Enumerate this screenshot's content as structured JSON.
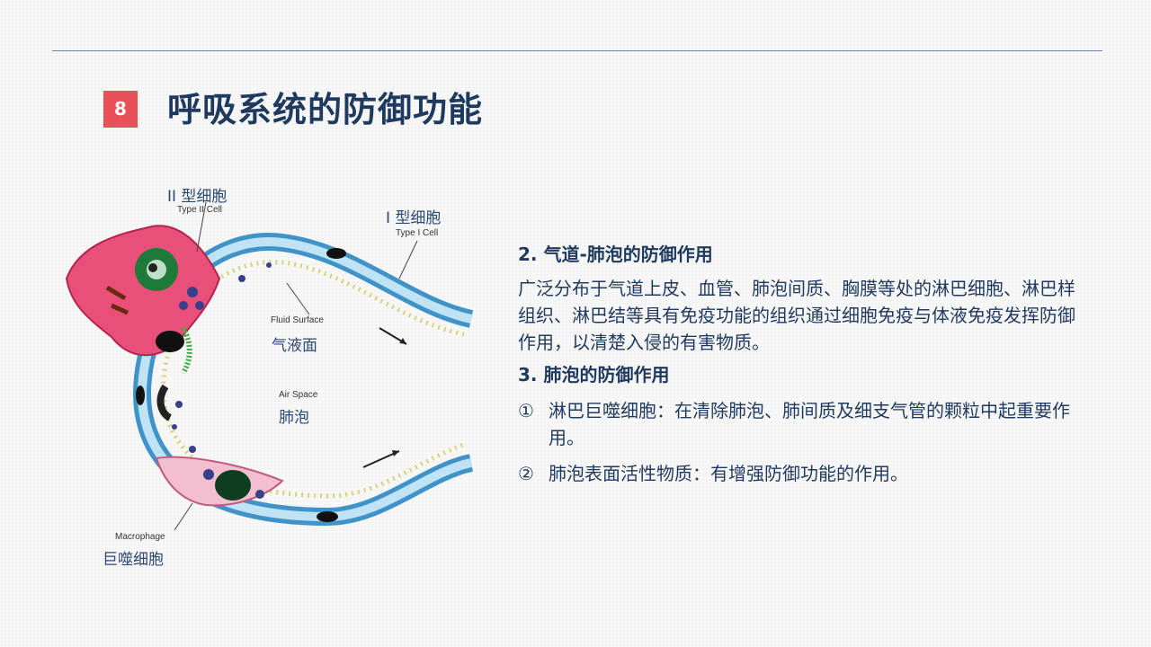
{
  "slide": {
    "number": "8",
    "title": "呼吸系统的防御功能"
  },
  "diagram": {
    "labels": {
      "type2_cn": "II 型细胞",
      "type2_en": "Type II Cell",
      "type1_cn": "I 型细胞",
      "type1_en": "Type I Cell",
      "fluid_en": "Fluid Surface",
      "fluid_cn": "气液面",
      "air_en": "Air Space",
      "air_cn": "肺泡",
      "macro_en": "Macrophage",
      "macro_cn": "巨噬细胞"
    },
    "colors": {
      "membrane": "#3f93c8",
      "membrane_inner": "#bfe3f5",
      "cell_body": "#e8507a",
      "macrophage_body": "#f3bfd0",
      "nucleus": "#1f7a3a",
      "surfactant": "#d8d27a"
    }
  },
  "content": {
    "section2_heading": "2. 气道-肺泡的防御作用",
    "section2_text": "广泛分布于气道上皮、血管、肺泡间质、胸膜等处的淋巴细胞、淋巴样组织、淋巴结等具有免疫功能的组织通过细胞免疫与体液免疫发挥防御作用，以清楚入侵的有害物质。",
    "section3_heading": "3. 肺泡的防御作用",
    "item1_marker": "①",
    "item1_text": "淋巴巨噬细胞：在清除肺泡、肺间质及细支气管的颗粒中起重要作用。",
    "item2_marker": "②",
    "item2_text": "肺泡表面活性物质：有增强防御功能的作用。"
  }
}
